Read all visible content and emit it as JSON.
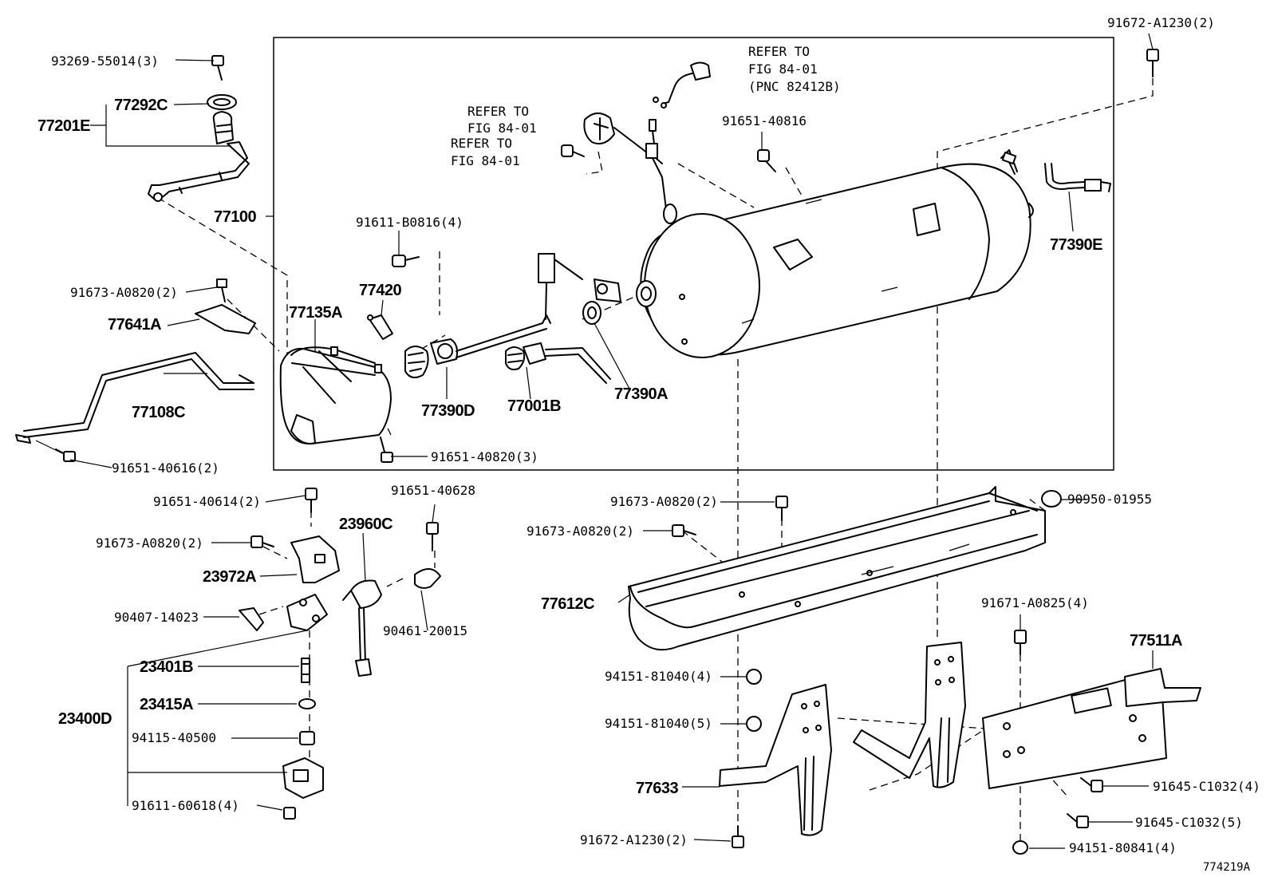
{
  "diagram": {
    "code": "774219A",
    "refer_note_1": [
      "REFER TO",
      "FIG 84-01",
      "(PNC 82412B)"
    ],
    "refer_note_2": [
      "REFER TO",
      "FIG 84-01"
    ],
    "refer_note_3": [
      "REFER TO",
      "FIG 84-01"
    ]
  },
  "labels": {
    "p93269": "93269-55014(3)",
    "p77292C": "77292C",
    "p77201E": "77201E",
    "p77100": "77100",
    "p91673_a": "91673-A0820(2)",
    "p77641A": "77641A",
    "p77108C": "77108C",
    "p91651_40616": "91651-40616(2)",
    "p91611_b0816": "91611-B0816(4)",
    "p77420": "77420",
    "p77135A": "77135A",
    "p77390D": "77390D",
    "p77001B": "77001B",
    "p77390A": "77390A",
    "p91651_40820": "91651-40820(3)",
    "p91651_40816": "91651-40816",
    "p91672_top": "91672-A1230(2)",
    "p77390E": "77390E",
    "p91651_40614": "91651-40614(2)",
    "p91651_40628": "91651-40628",
    "p91673_b": "91673-A0820(2)",
    "p23960C": "23960C",
    "p23972A": "23972A",
    "p90407": "90407-14023",
    "p90461": "90461-20015",
    "p23401B": "23401B",
    "p23415A": "23415A",
    "p23400D": "23400D",
    "p94115": "94115-40500",
    "p91611_60618": "91611-60618(4)",
    "p91673_c": "91673-A0820(2)",
    "p91673_d": "91673-A0820(2)",
    "p90950": "90950-01955",
    "p77612C": "77612C",
    "p91671": "91671-A0825(4)",
    "p77511A": "77511A",
    "p94151_4": "94151-81040(4)",
    "p94151_5": "94151-81040(5)",
    "p77633": "77633",
    "p91645_4": "91645-C1032(4)",
    "p91645_5": "91645-C1032(5)",
    "p91672_bot": "91672-A1230(2)",
    "p94151_80841": "94151-80841(4)"
  }
}
